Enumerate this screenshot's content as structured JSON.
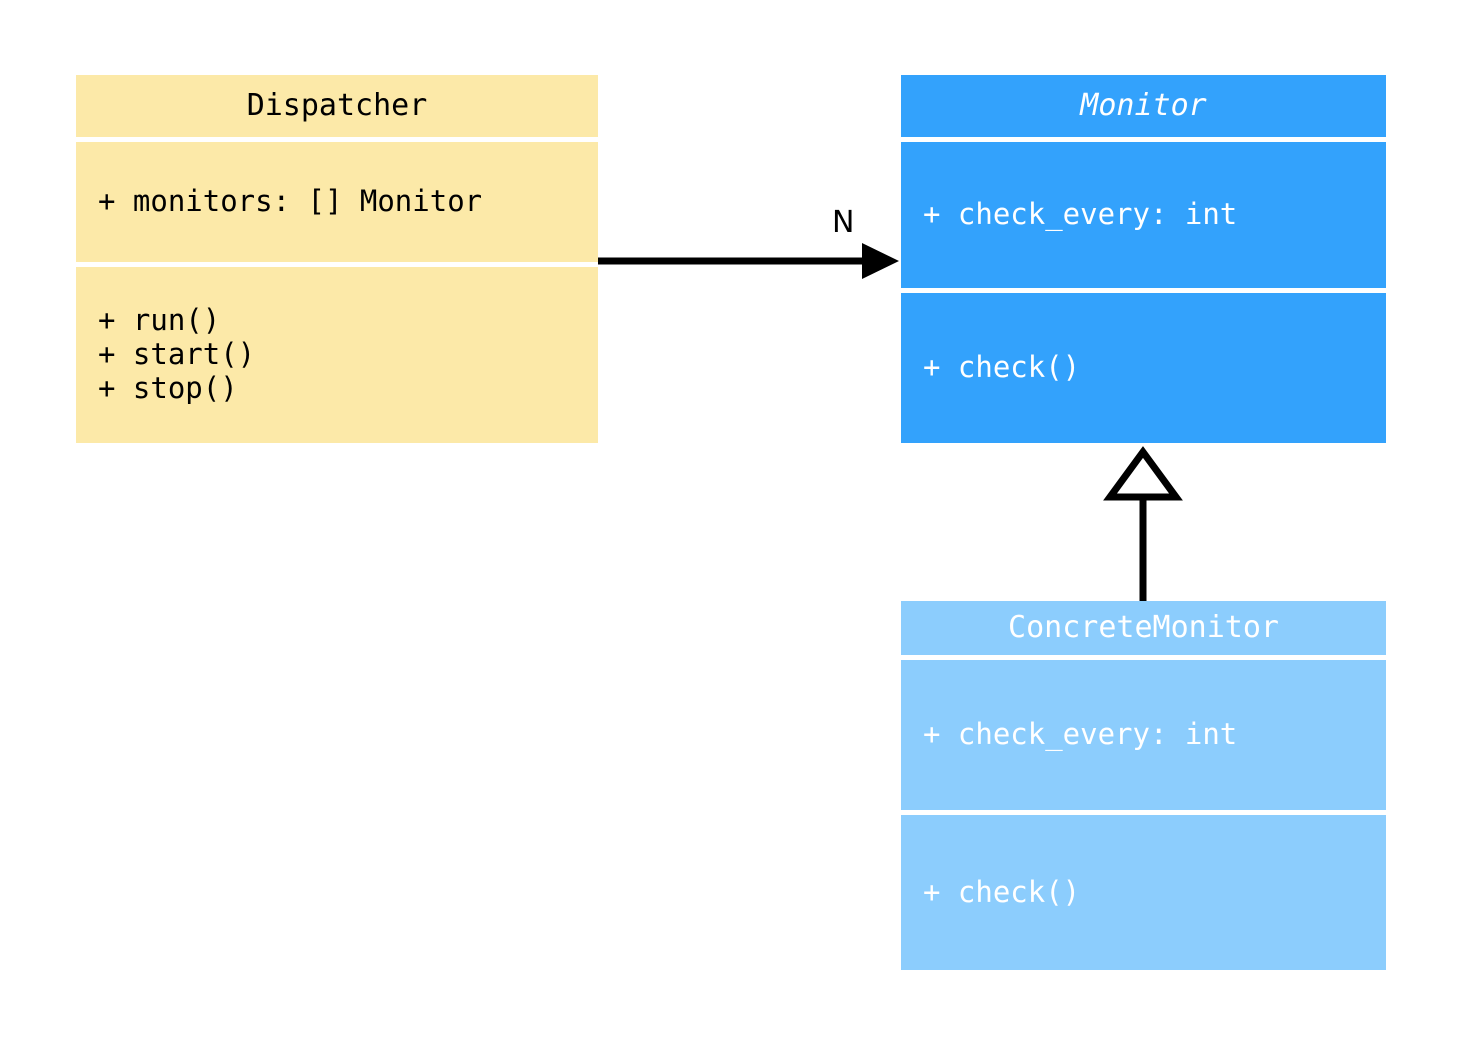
{
  "diagram": {
    "type": "uml-class-diagram",
    "background_color": "#ffffff"
  },
  "classes": [
    {
      "id": "dispatcher",
      "name": "Dispatcher",
      "abstract": false,
      "fill_color": "#fce9a8",
      "text_color": "#000000",
      "attributes": [
        "+ monitors: [] Monitor"
      ],
      "methods": [
        "+ run()",
        "+ start()",
        "+ stop()"
      ]
    },
    {
      "id": "monitor",
      "name": "Monitor",
      "abstract": true,
      "fill_color": "#33a2fc",
      "text_color": "#ffffff",
      "attributes": [
        "+ check_every: int"
      ],
      "methods": [
        "+ check()"
      ]
    },
    {
      "id": "concrete_monitor",
      "name": "ConcreteMonitor",
      "abstract": false,
      "fill_color": "#8ccdfd",
      "text_color": "#ffffff",
      "attributes": [
        "+ check_every: int"
      ],
      "methods": [
        "+ check()"
      ]
    }
  ],
  "relationships": [
    {
      "id": "dispatcher-to-monitor",
      "kind": "association",
      "from": "Dispatcher",
      "to": "Monitor",
      "label": "N",
      "arrow": "open-filled-arrowhead",
      "color": "#000000"
    },
    {
      "id": "concrete-monitor-to-monitor",
      "kind": "generalization",
      "from": "ConcreteMonitor",
      "to": "Monitor",
      "label": "",
      "arrow": "hollow-triangle",
      "color": "#000000"
    }
  ]
}
